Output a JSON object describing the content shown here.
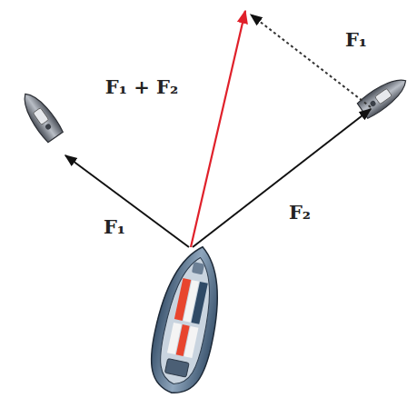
{
  "diagram": {
    "labels": [
      "F₁ + F₂",
      "F₁",
      "F₁",
      "F₂"
    ]
  }
}
